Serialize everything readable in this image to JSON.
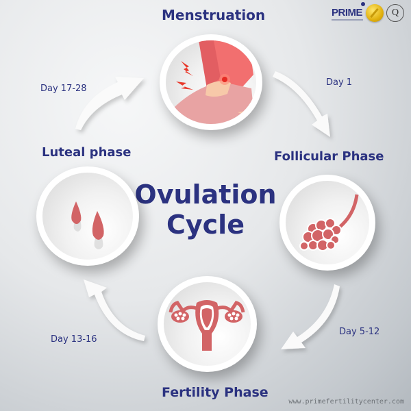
{
  "diagram": {
    "title_line1": "Ovulation",
    "title_line2": "Cycle",
    "phases": [
      {
        "name": "Menstruation",
        "icon": "abdominal-pain-icon"
      },
      {
        "name": "Follicular Phase",
        "icon": "ovary-follicles-icon"
      },
      {
        "name": "Fertility Phase",
        "icon": "uterus-icon"
      },
      {
        "name": "Luteal phase",
        "icon": "blood-drops-icon"
      }
    ],
    "arrows": [
      {
        "label": "Day 1",
        "from": "Menstruation",
        "to": "Follicular Phase"
      },
      {
        "label": "Day 5-12",
        "from": "Follicular Phase",
        "to": "Fertility Phase"
      },
      {
        "label": "Day 13-16",
        "from": "Fertility Phase",
        "to": "Luteal phase"
      },
      {
        "label": "Day 17-28",
        "from": "Luteal phase",
        "to": "Menstruation"
      }
    ]
  },
  "branding": {
    "logo_text": "PRIME",
    "badge_gold": "gold-seal-badge",
    "badge_q": "Q",
    "website": "www.primefertilitycenter.com"
  },
  "colors": {
    "title": "#2b3280",
    "icon": "#d26466",
    "background": "#dfe2e5"
  }
}
